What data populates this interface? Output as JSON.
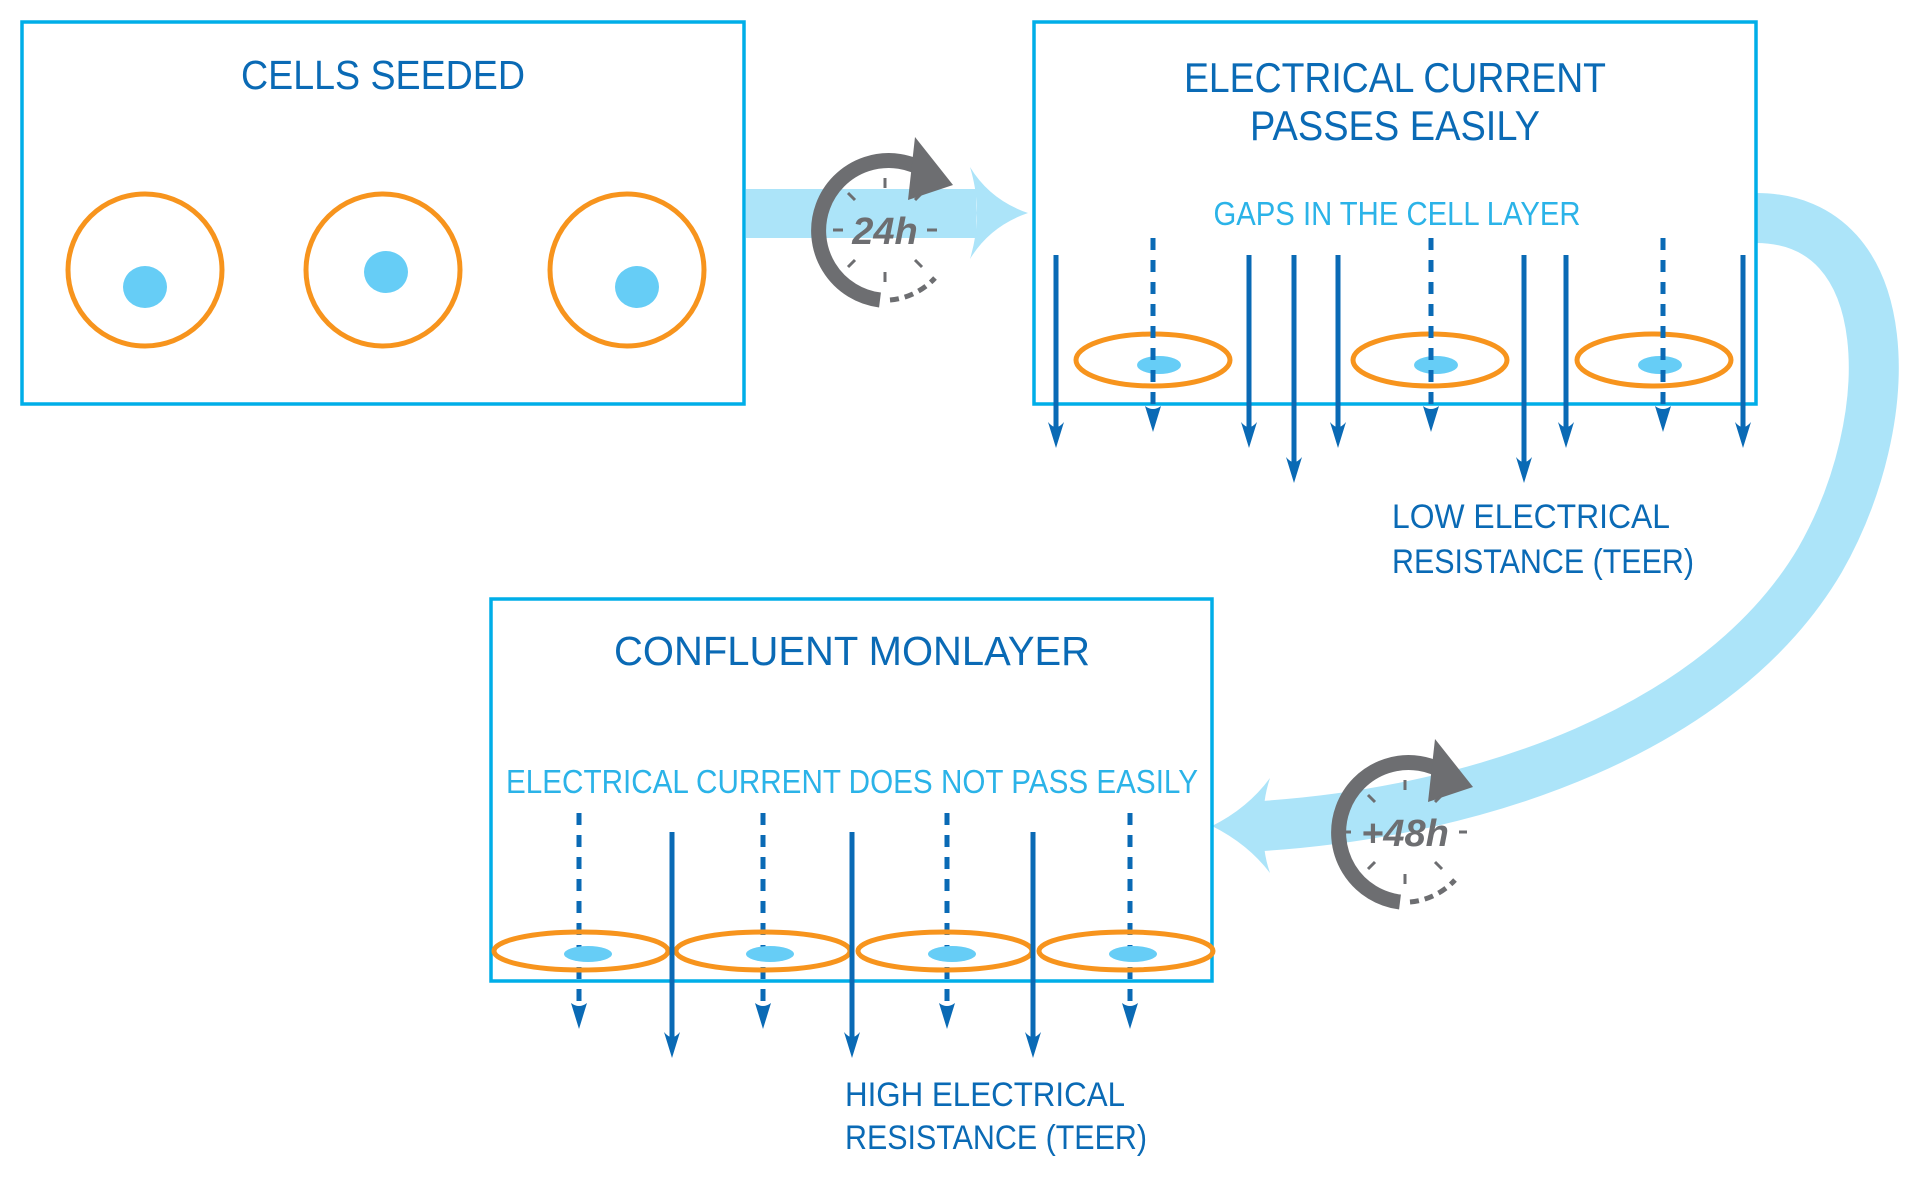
{
  "diagram": {
    "panels": {
      "seeded": {
        "title": "CELLS SEEDED",
        "cell_count": 3
      },
      "gaps": {
        "title_line1": "ELECTRICAL CURRENT",
        "title_line2": "PASSES EASILY",
        "subtitle": "GAPS IN THE CELL LAYER",
        "caption_line1": "LOW ELECTRICAL",
        "caption_line2": "RESISTANCE (TEER)",
        "cell_count": 3,
        "current_arrows": [
          "solid-short",
          "dashed",
          "solid-short",
          "solid-long",
          "solid-short",
          "dashed",
          "solid-long",
          "solid-short",
          "dashed",
          "solid-short"
        ]
      },
      "monolayer": {
        "title": "CONFLUENT MONLAYER",
        "subtitle": "ELECTRICAL CURRENT DOES NOT PASS EASILY",
        "caption_line1": "HIGH ELECTRICAL",
        "caption_line2": "RESISTANCE (TEER)",
        "cell_count": 4,
        "current_arrows": [
          "dashed",
          "solid",
          "dashed",
          "solid",
          "dashed",
          "solid",
          "dashed"
        ]
      }
    },
    "transitions": [
      {
        "from": "seeded",
        "to": "gaps",
        "label": "24h",
        "icon": "clock-clockwise-icon"
      },
      {
        "from": "gaps",
        "to": "monolayer",
        "label": "+48h",
        "icon": "clock-clockwise-icon"
      }
    ],
    "colors": {
      "box_border": "#00aee8",
      "title_text": "#0a6ab5",
      "subtitle_text": "#2bb3e8",
      "cell_membrane": "#f7941d",
      "nucleus": "#66cdf6",
      "current_arrow": "#0a6ab5",
      "flow_arrow": "#ace4f9",
      "clock": "#6d6e71"
    }
  }
}
